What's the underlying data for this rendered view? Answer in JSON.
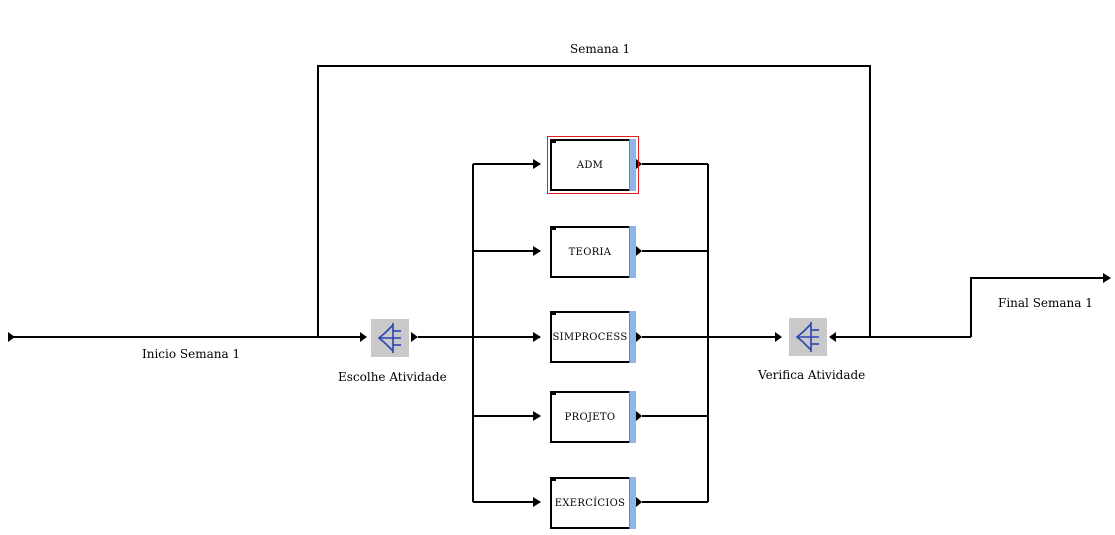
{
  "diagram": {
    "container_label": "Semana 1",
    "start_label": "Inicio Semana 1",
    "end_label": "Final Semana 1",
    "branch_left_label": "Escolhe Atividade",
    "branch_right_label": "Verifica Atividade",
    "activities": [
      {
        "label": "ADM",
        "selected": true
      },
      {
        "label": "TEORIA",
        "selected": false
      },
      {
        "label": "SIMPROCESS",
        "selected": false
      },
      {
        "label": "PROJETO",
        "selected": false
      },
      {
        "label": "EXERCÍCIOS",
        "selected": false
      }
    ]
  },
  "colors": {
    "line": "#000000",
    "selection": "#e02020",
    "block_side_accent": "#8fb4e6",
    "branch_bg": "#c9c9c9",
    "branch_icon": "#2a44b0"
  },
  "icons": {
    "branch": "branch-icon",
    "arrowhead": "arrowhead-icon"
  }
}
